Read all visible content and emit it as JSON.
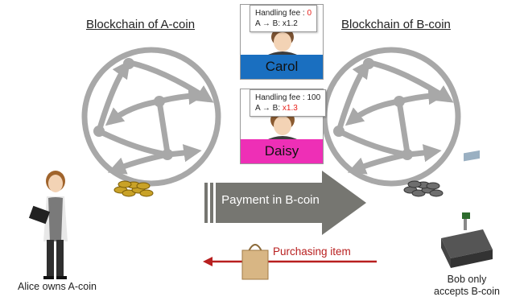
{
  "titles": {
    "left_chain": "Blockchain of A-coin",
    "right_chain": "Blockchain of B-coin"
  },
  "exchangers": [
    {
      "name": "Carol",
      "fee_label": "Handling fee : ",
      "fee_value": "0",
      "rate_label": "A → B: ",
      "rate_value": "x1.2",
      "color": "#1a6fc0"
    },
    {
      "name": "Daisy",
      "fee_label": "Handling fee : ",
      "fee_value": "100",
      "rate_label": "A → B: ",
      "rate_value": "x1.3",
      "color": "#ee2fb6"
    }
  ],
  "payment_label": "Payment in B-coin",
  "purchase_label": "Purchasing item",
  "captions": {
    "alice": "Alice owns A-coin",
    "bob_line1": "Bob only",
    "bob_line2": "accepts B-coin"
  },
  "colors": {
    "network_gray": "#a8a8a8",
    "arrow_gray": "#767671",
    "purchase_red": "#b81f1f",
    "gold_coin": "#c9a227",
    "silver_coin": "#6e6e6e"
  }
}
